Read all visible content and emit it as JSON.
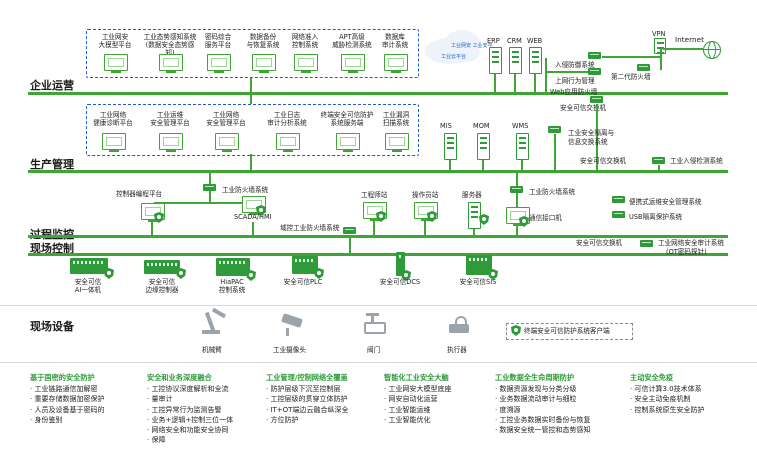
{
  "colors": {
    "accent": "#3fa535",
    "device": "#2f9a3a",
    "dashed_box": "#1f5fbf",
    "text": "#222222"
  },
  "layers": {
    "enterprise": "企业运营",
    "production": "生产管理",
    "process": "过程监控",
    "field_control": "现场控制",
    "field_devices": "现场设备"
  },
  "enterprise_platforms": [
    [
      "工业网安",
      "大模型平台"
    ],
    [
      "工业态势感知系统",
      "(数据安全态势感知)"
    ],
    [
      "密码综合",
      "服务平台"
    ],
    [
      "数据备份",
      "与恢复系统"
    ],
    [
      "网络准入",
      "控制系统"
    ],
    [
      "APT高级",
      "威胁检测系统"
    ],
    [
      "数据库",
      "审计系统"
    ]
  ],
  "cloud": {
    "line1": "工业网安 工业安平",
    "line2": "工业云平台"
  },
  "enterprise_servers": [
    "ERP",
    "CRM",
    "WEB"
  ],
  "internet": {
    "vpn": "VPN",
    "internet": "Internet"
  },
  "enterprise_security": {
    "ids": "入侵防御系统",
    "behavior": "上网行为管理",
    "waf": "Web应用防火墙",
    "ngfw": "第二代防火墙",
    "switch": "安全可信交换机"
  },
  "production_platforms": [
    [
      "工业网络",
      "健康诊断平台"
    ],
    [
      "工业运维",
      "安全管理平台"
    ],
    [
      "工业网络",
      "安全管理平台"
    ],
    [
      "工业日志",
      "审计分析系统"
    ],
    [
      "终端安全可信防护",
      "系统服务端"
    ],
    [
      "工业漏洞",
      "扫描系统"
    ]
  ],
  "production_servers": [
    "MIS",
    "MOM",
    "WMS"
  ],
  "production_security": {
    "isolation": [
      "工业安全隔离与",
      "信息交换系统"
    ],
    "switch": "安全可信交换机",
    "ids": "工业入侵检测系统"
  },
  "process_layer": {
    "firewall_top": "工业防火墙系统",
    "firewall_right": "工业防火墙系统",
    "firewall_domain": "域控工业防火墙系统",
    "plc_platform": "控制器编程平台",
    "scada": "SCADA/HMI",
    "engineer": "工程师站",
    "operator": "操作员站",
    "server": "服务器",
    "comm": "通信接口机",
    "portable_ops": "便携式运维安全管理系统",
    "usb": "USB隔离保护系统",
    "switch": "安全可信交换机",
    "audit": [
      "工业网络安全审计系统",
      "(OT密码探针)"
    ]
  },
  "controllers": [
    [
      "安全可信",
      "AI一体机"
    ],
    [
      "安全可信",
      "边缘控制器"
    ],
    [
      "HiaPAC",
      "控制系统"
    ],
    [
      "安全可信PLC"
    ],
    [
      "安全可信DCS"
    ],
    [
      "安全可信SIS"
    ]
  ],
  "field_devices": [
    "机械臂",
    "工业摄像头",
    "阀门",
    "执行器"
  ],
  "terminal_client": "终端安全可信防护系统客户端",
  "capabilities": [
    {
      "title": "基于国密的安全防护",
      "items": [
        "工业链路通信加解密",
        "重要存储数据加密保护",
        "人员及设备基于密码的",
        "身份鉴别"
      ]
    },
    {
      "title": "安全和业务深度融合",
      "items": [
        "工控协议深度解析和全流",
        "量审计",
        "工控异常行为监测告警",
        "业务+逻辑+控制三位一体",
        "网络安全和功能安全协同",
        "保障"
      ]
    },
    {
      "title": "工业管理/控制网络全覆盖",
      "items": [
        "防护层级下沉至控制层",
        "工控层级的贯穿立体防护",
        "IT+OT端边云融合纵深全",
        "方位防护"
      ]
    },
    {
      "title": "智能化工业安全大脑",
      "items": [
        "工业网安大模型底座",
        "网安自动化运营",
        "工业智能运维",
        "工业智能优化"
      ]
    },
    {
      "title": "工业数据全生命周期防护",
      "items": [
        "数据资源发现与分类分级",
        "业务数据流动审计与细粒",
        "度溯源",
        "工控业务数据实时备份与恢复",
        "数据安全统一管控和态势感知"
      ]
    },
    {
      "title": "主动安全免疫",
      "items": [
        "可信计算3.0技术体系",
        "安全主动免疫机制",
        "控制系统原生安全防护"
      ]
    }
  ]
}
